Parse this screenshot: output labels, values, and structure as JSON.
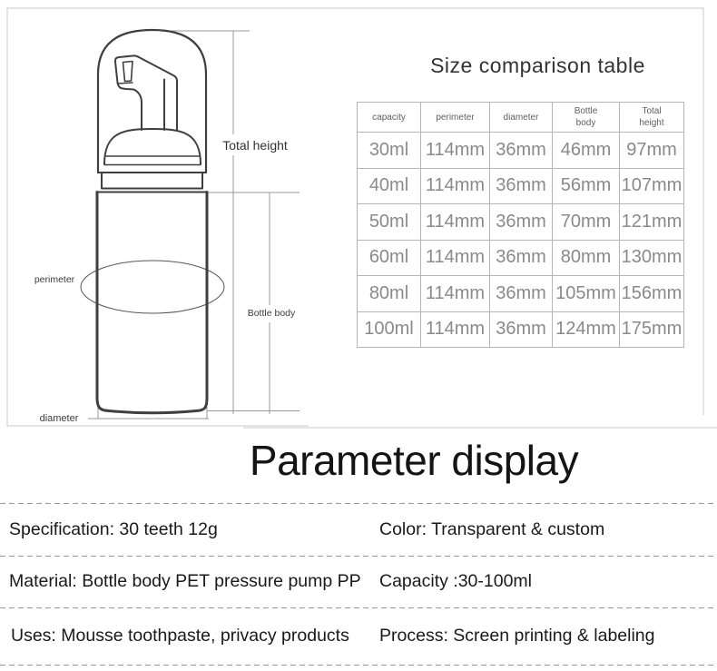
{
  "colors": {
    "bottle_stroke": "#3f3f3f",
    "dimension_line": "#999999",
    "table_border": "#b5b5b5",
    "table_header_text": "#5f5f5f",
    "table_value_text": "#8a8a8a",
    "frame_border": "#c8c8c8",
    "heading_text": "#141414",
    "dashed_divider": "#9a9a9a"
  },
  "diagram": {
    "labels": {
      "total_height": "Total height",
      "bottle_body": "Bottle body",
      "perimeter": "perimeter",
      "diameter": "diameter"
    }
  },
  "size_table": {
    "title": "Size comparison table",
    "columns": [
      "capacity",
      "perimeter",
      "diameter",
      "Bottle body",
      "Total height"
    ],
    "rows": [
      [
        "30ml",
        "114mm",
        "36mm",
        "46mm",
        "97mm"
      ],
      [
        "40ml",
        "114mm",
        "36mm",
        "56mm",
        "107mm"
      ],
      [
        "50ml",
        "114mm",
        "36mm",
        "70mm",
        "121mm"
      ],
      [
        "60ml",
        "114mm",
        "36mm",
        "80mm",
        "130mm"
      ],
      [
        "80ml",
        "114mm",
        "36mm",
        "105mm",
        "156mm"
      ],
      [
        "100ml",
        "114mm",
        "36mm",
        "124mm",
        "175mm"
      ]
    ]
  },
  "parameters": {
    "title": "Parameter display",
    "rows": [
      {
        "left": "Specification: 30 teeth 12g",
        "right": "Color: Transparent & custom"
      },
      {
        "left": "Material: Bottle body PET pressure pump PP",
        "right": "Capacity :30-100ml"
      },
      {
        "left": "Uses: Mousse toothpaste, privacy products",
        "right": "Process: Screen printing & labeling"
      }
    ]
  }
}
